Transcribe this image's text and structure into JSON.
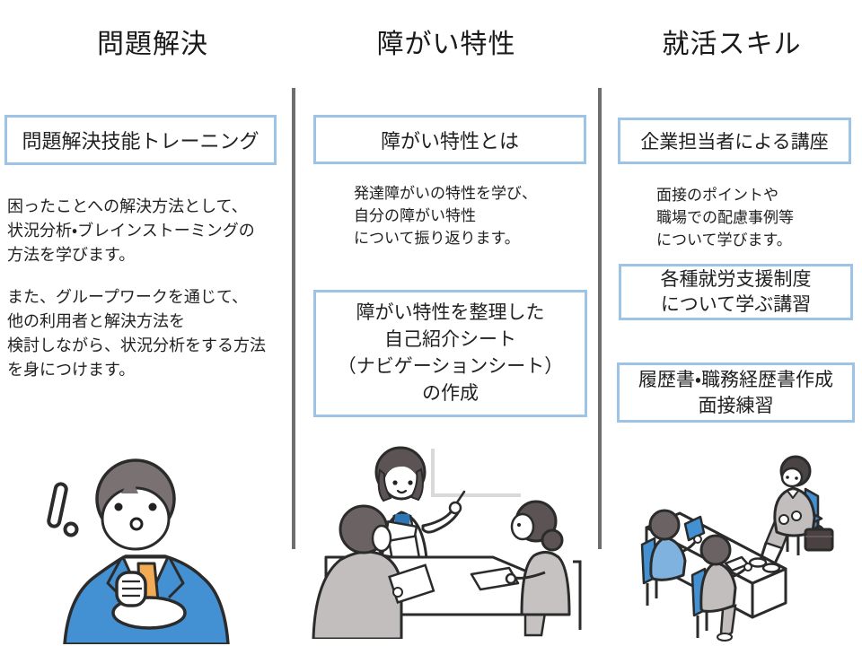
{
  "columns": [
    {
      "title": "問題解決",
      "box1": "問題解決技能トレーニング",
      "para1": "困ったことへの解決方法として、\n状況分析・ブレインストーミングの\n方法を学びます。",
      "para2": "また、グループワークを通じて、\n他の利用者と解決方法を\n検討しながら、状況分析をする方法\nを身につけます。",
      "illustration": "surprised-man-with-exclamation-mark"
    },
    {
      "title": "障がい特性",
      "box1": "障がい特性とは",
      "para1": "発達障がいの特性を学び、\n自分の障がい特性\nについて振り返ります。",
      "box2": "障がい特性を整理した\n自己紹介シート\n（ナビゲーションシート）\nの作成",
      "illustration": "counselor-meeting-at-table"
    },
    {
      "title": "就活スキル",
      "box1": "企業担当者による講座",
      "para1": "面接のポイントや\n職場での配慮事例等\nについて学びます。",
      "box2": "各種就労支援制度\nについて学ぶ講習",
      "box3": "履歴書・職務経歴書作成\n面接練習",
      "illustration": "office-desks-and-waiting-interviewee"
    }
  ],
  "colors": {
    "box_border": "#9DC3E6",
    "divider": "#6E6E6E",
    "text": "#212121",
    "outline": "#2B2B2B",
    "suit_blue": "#4390D2",
    "chair_blue": "#4390D2",
    "shirt_light_blue": "#7FB2DE",
    "inner_top_blue": "#2E75B6",
    "tie_orange": "#F2AC56",
    "hair_gray_brown": "#7A7272",
    "hair_dark": "#5C5454",
    "clothing_gray": "#C2BEBE",
    "whiteboard_gray": "#D9D9D9",
    "briefcase_dark": "#4A4140"
  }
}
